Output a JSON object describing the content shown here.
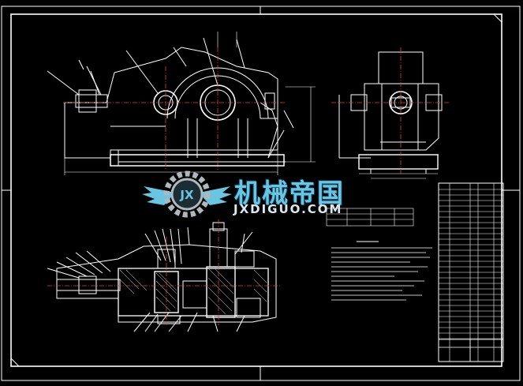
{
  "watermark": {
    "chinese": "机械帝国",
    "english": "JXDIGUO.COM",
    "emblem_letters": "JX",
    "colors": {
      "blue": "#69c6e2",
      "gray": "#aeb8bd"
    }
  },
  "colors": {
    "background": "#000000",
    "lines": "#ffffff",
    "centerlines": "#e04040",
    "hatch": "#e8e8e8"
  }
}
